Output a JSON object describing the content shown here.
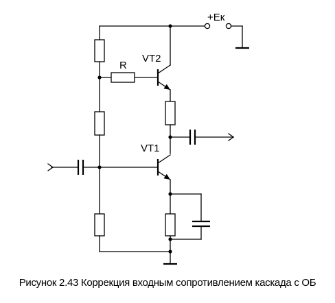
{
  "labels": {
    "supply": "+Eк",
    "upper_transistor": "VT2",
    "lower_transistor": "VT1",
    "resistor": "R"
  },
  "caption": "Рисунок 2.43 Коррекция входным сопротивлением каскада с ОБ"
}
